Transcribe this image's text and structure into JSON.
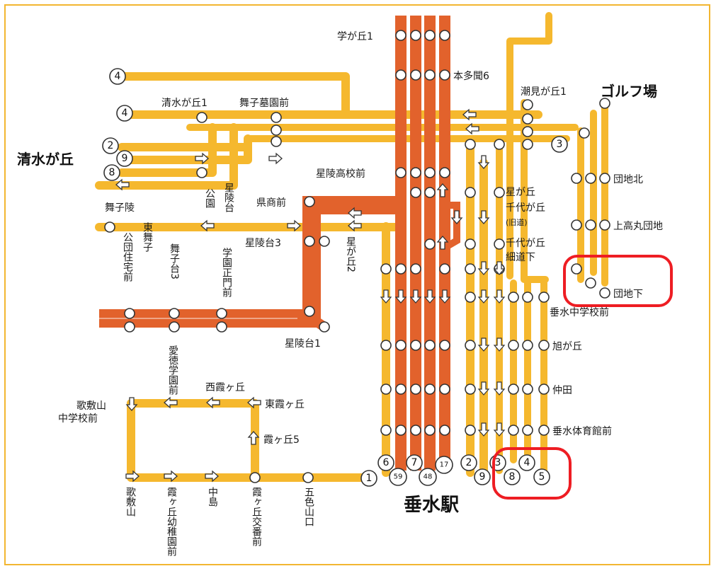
{
  "colors": {
    "yellow": "#f5b82e",
    "orange": "#e2622c",
    "border": "#f2b631",
    "highlight": "#ee1d23"
  },
  "areas": {
    "shimizugaoka": "清水が丘",
    "golf": "ゴルフ場",
    "tarumi_station": "垂水駅"
  },
  "stops": {
    "gakugaoka1": "学が丘1",
    "hontamon6": "本多聞6",
    "shiomigaoka1": "潮見が丘1",
    "shimizugaoka1": "清水が丘1",
    "maikobochi": "舞子墓園前",
    "seiryokoko": "星陵高校前",
    "danchikita": "団地北",
    "maikoryo": "舞子陵",
    "seiryodai_v": "星陵台",
    "koen_v": "公園",
    "kenshomae": "県商前",
    "hoshigaoka": "星が丘",
    "chiyogaoka": "千代が丘",
    "kyudo": "(旧道)",
    "kamitakamaru": "上高丸団地",
    "higashimaiko_v": "東舞子",
    "kodanjutakumae_v": "公団住宅前",
    "seiryodai3": "星陵台3",
    "chiyogaoka_hoso": "千代が丘",
    "hosomichishita": "細道下",
    "hoshigaoka2_v": "星が丘2",
    "maikodai3_v": "舞子台3",
    "gakuen_seimon_v": "学園正門前",
    "danchishita": "団地下",
    "tarumichugaku": "垂水中学校前",
    "seiryodai1": "星陵台1",
    "asahigaoka": "旭が丘",
    "aitoku_v": "愛徳学園前",
    "nishikasumi": "西霞ヶ丘",
    "utashikiyama_chu1": "歌敷山",
    "utashikiyama_chu2": "中学校前",
    "higashikasumi": "東霞ヶ丘",
    "nakata": "仲田",
    "kasumigaoka5": "霞ヶ丘5",
    "tarumitaiikukan": "垂水体育館前",
    "utashikiyama_v": "歌敷山",
    "kasumi_yochien_v": "霞ヶ丘幼稚園前",
    "nakajima_v": "中島",
    "kasumi_koban_v": "霞ヶ丘交番前",
    "goshikiyama_v": "五色山口"
  },
  "route_numbers": {
    "r4a": "4",
    "r4b": "4",
    "r2": "2",
    "r9": "9",
    "r8": "8",
    "r3": "3",
    "b1": "1",
    "b6": "6",
    "b59": "59",
    "b7": "7",
    "b48": "48",
    "b17": "17",
    "b2": "2",
    "b9": "9",
    "b3": "3",
    "b8": "8",
    "b4": "4",
    "b5": "5"
  }
}
